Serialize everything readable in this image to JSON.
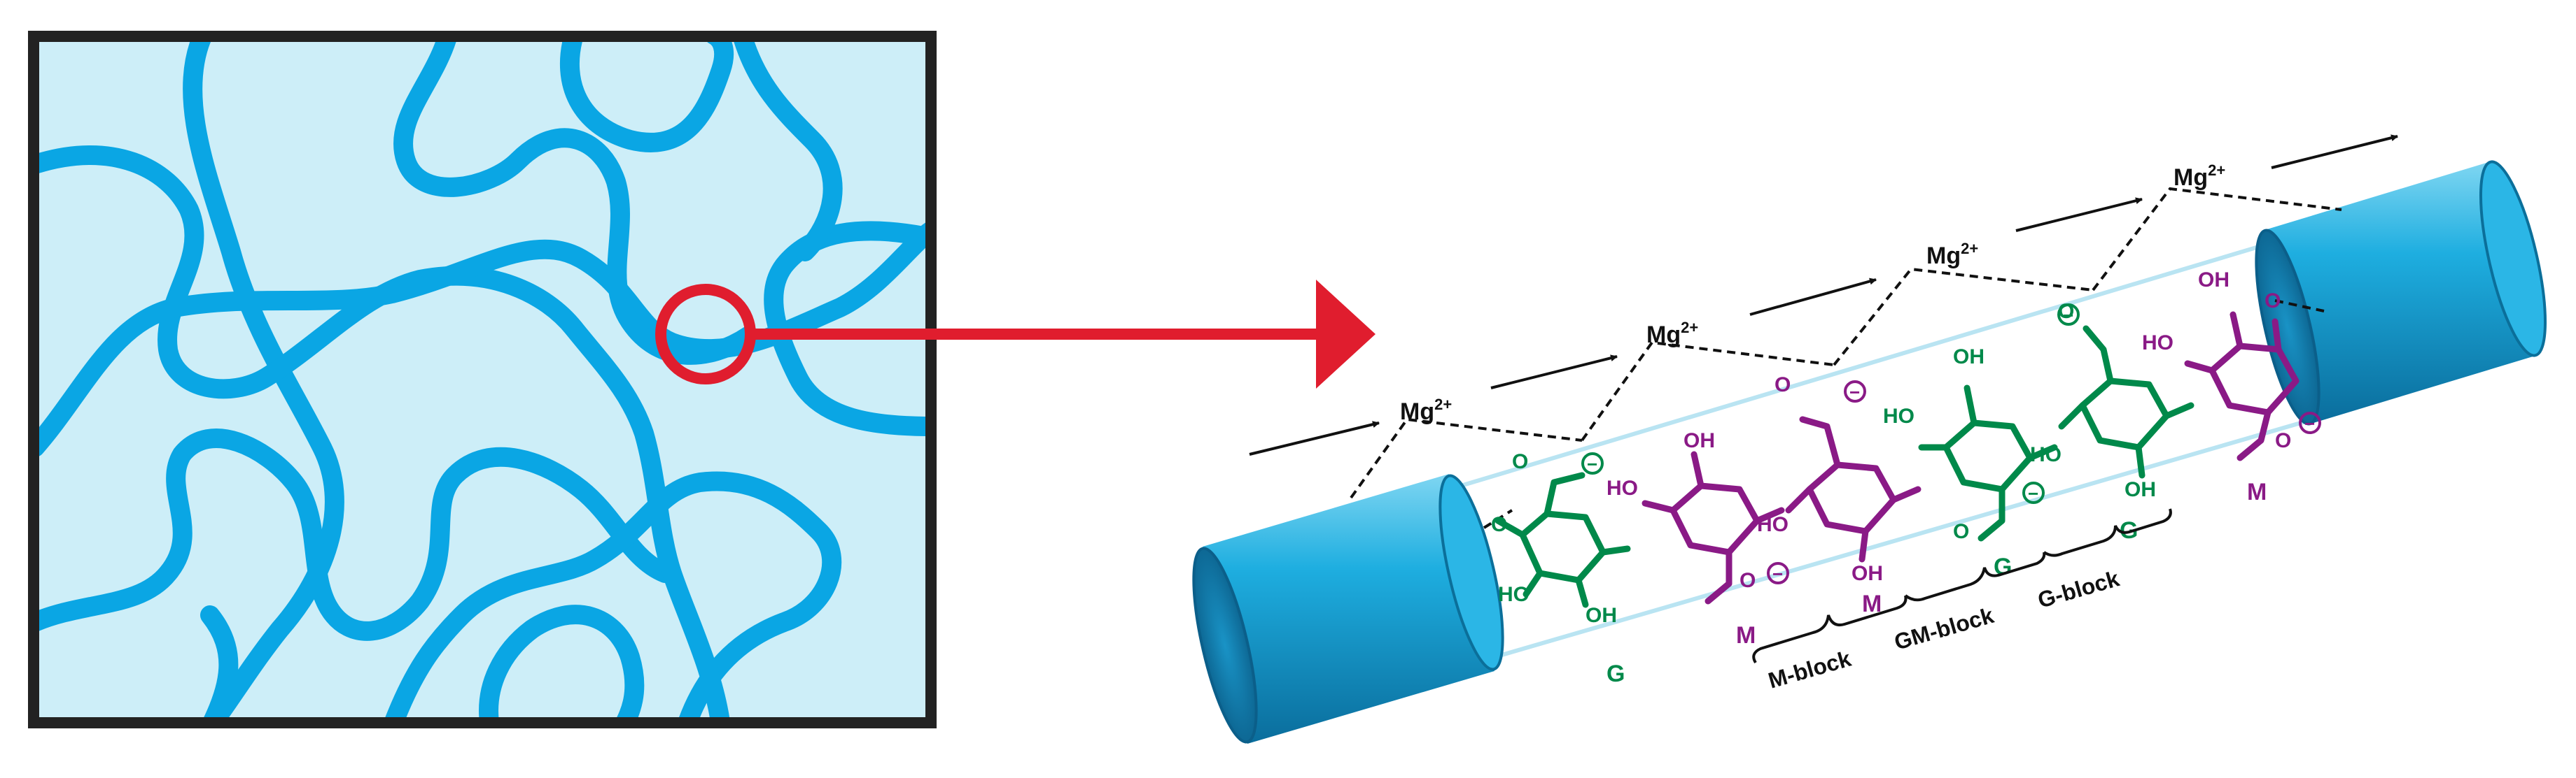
{
  "panel_left": {
    "name": "polymer-network"
  },
  "ion": {
    "base": "Mg",
    "charge": "2+"
  },
  "residue_labels": {
    "upper_G": [
      "G",
      "G"
    ],
    "upper_M": [
      "M",
      "M",
      "M"
    ],
    "lower_G": "G"
  },
  "block_labels": [
    "M-block",
    "GM-block",
    "G-block"
  ],
  "chem": {
    "oh": "OH",
    "ho": "HO",
    "o": "O",
    "minus": "−"
  },
  "colors": {
    "network_bg": "#cdeef8",
    "network_strand": "#0aa6e4",
    "frame": "#222222",
    "highlight": "#e01d2e",
    "cylinder": "#1aa0d4",
    "guluronate": "#00894a",
    "mannuronate": "#8a1a86",
    "tube_line": "#b9e4f2"
  },
  "icons": [
    "magnifier-circle-icon",
    "arrow-right-icon"
  ]
}
